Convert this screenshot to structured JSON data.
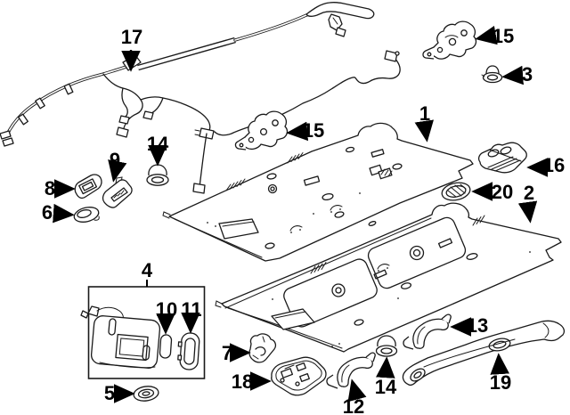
{
  "diagram": {
    "type": "exploded-parts-diagram",
    "subject": "vehicle roof headliner and interior trim",
    "background_color": "#ffffff",
    "line_color": "#1a1a1a",
    "label_color": "#000000",
    "callouts": [
      {
        "label": "17"
      },
      {
        "label": "15"
      },
      {
        "label": "3"
      },
      {
        "label": "15"
      },
      {
        "label": "14"
      },
      {
        "label": "9"
      },
      {
        "label": "8"
      },
      {
        "label": "6"
      },
      {
        "label": "1"
      },
      {
        "label": "16"
      },
      {
        "label": "20"
      },
      {
        "label": "2"
      },
      {
        "label": "4"
      },
      {
        "label": "10"
      },
      {
        "label": "11"
      },
      {
        "label": "5"
      },
      {
        "label": "7"
      },
      {
        "label": "18"
      },
      {
        "label": "12"
      },
      {
        "label": "14"
      },
      {
        "label": "13"
      },
      {
        "label": "19"
      }
    ]
  }
}
